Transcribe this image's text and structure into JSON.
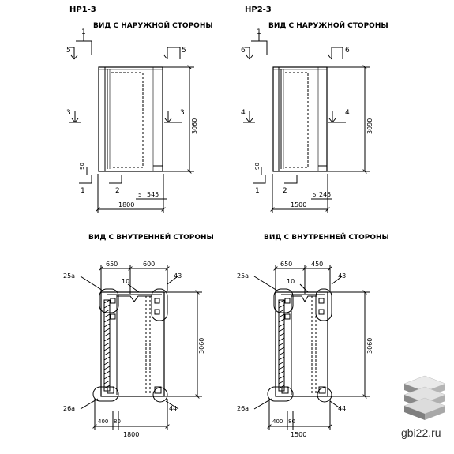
{
  "hp13": {
    "label": "НР1-3",
    "outer_title": "ВИД С НАРУЖНОЙ СТОРОНЫ",
    "inner_title": "ВИД С ВНУТРЕННЕЙ СТОРОНЫ",
    "outer": {
      "sec_1": "1",
      "sec_2": "2",
      "sec_3": "3",
      "sec_5": "5",
      "dim_width": "1800",
      "dim_height": "3060",
      "dim_90": "90",
      "dim_5": "5",
      "dim_545": "545"
    },
    "inner": {
      "dim_650": "650",
      "dim_600": "600",
      "dim_10": "10",
      "dim_height": "3060",
      "dim_400": "400",
      "dim_80": "80",
      "dim_width": "1800",
      "node_25a": "25а",
      "node_43": "43",
      "node_26a": "26а",
      "node_44": "44"
    }
  },
  "hp23": {
    "label": "НР2-3",
    "outer_title": "ВИД С НАРУЖНОЙ СТОРОНЫ",
    "inner_title": "ВИД С ВНУТРЕННЕЙ СТОРОНЫ",
    "outer": {
      "sec_1": "1",
      "sec_2": "2",
      "sec_4": "4",
      "sec_6": "6",
      "dim_width": "1500",
      "dim_height": "3090",
      "dim_90": "90",
      "dim_5": "5",
      "dim_245": "245"
    },
    "inner": {
      "dim_650": "650",
      "dim_450": "450",
      "dim_10": "10",
      "dim_height": "3060",
      "dim_400": "400",
      "dim_80": "80",
      "dim_width": "1500",
      "node_25a": "25а",
      "node_43": "43",
      "node_26a": "26а",
      "node_44": "44"
    }
  },
  "watermark": {
    "text": "gbi22.ru"
  }
}
